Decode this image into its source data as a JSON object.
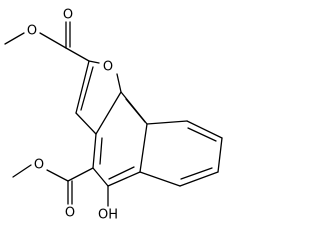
{
  "molecule": {
    "atoms": [
      {
        "id": "o_carbonyl_top",
        "label": "O"
      },
      {
        "id": "o_ester_top",
        "label": "O"
      },
      {
        "id": "o_furan",
        "label": "O"
      },
      {
        "id": "o_carbonyl_bottom",
        "label": "O"
      },
      {
        "id": "o_ester_bottom",
        "label": "O"
      },
      {
        "id": "hydroxyl",
        "label": "OH"
      }
    ]
  },
  "colors": {
    "bond": "#000000",
    "label": "#000000",
    "background": "#ffffff"
  }
}
